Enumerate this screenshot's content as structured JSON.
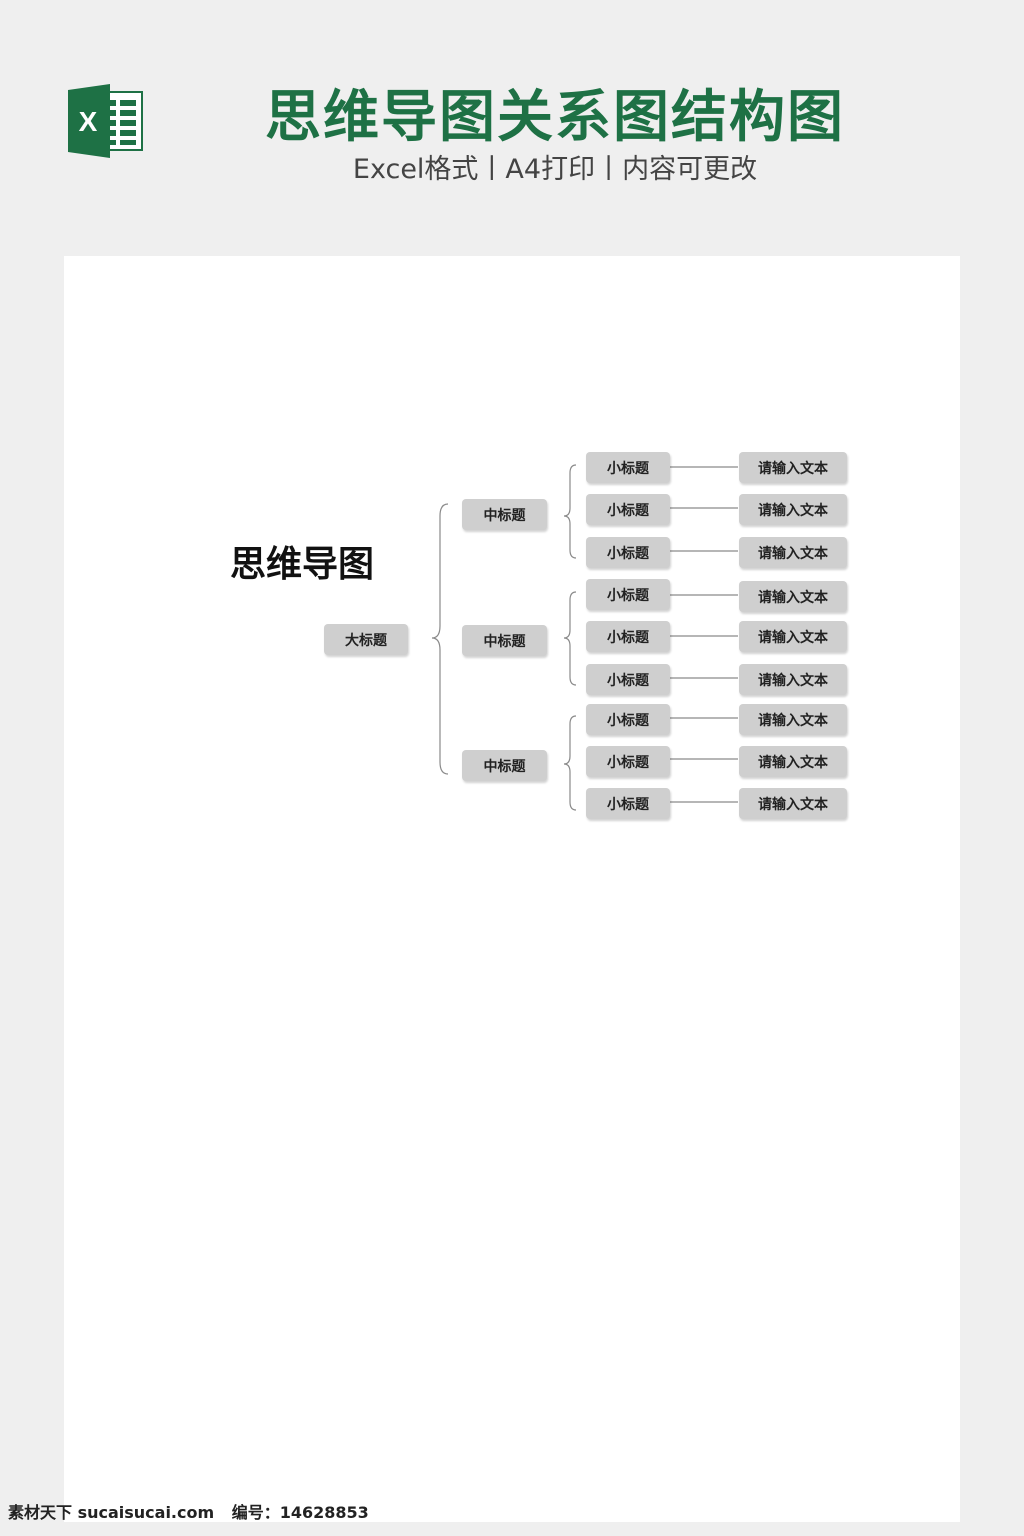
{
  "header": {
    "title": "思维导图关系图结构图",
    "subtitle": "Excel格式丨A4打印丨内容可更改",
    "logo_icon": "excel-icon",
    "logo_letter": "X",
    "accent_color": "#1e7145"
  },
  "mindmap": {
    "heading": "思维导图",
    "root": "大标题",
    "branches": [
      {
        "label": "中标题",
        "children": [
          {
            "label": "小标题",
            "text": "请输入文本"
          },
          {
            "label": "小标题",
            "text": "请输入文本"
          },
          {
            "label": "小标题",
            "text": "请输入文本"
          }
        ]
      },
      {
        "label": "中标题",
        "children": [
          {
            "label": "小标题",
            "text": "请输入文本"
          },
          {
            "label": "小标题",
            "text": "请输入文本"
          },
          {
            "label": "小标题",
            "text": "请输入文本"
          }
        ]
      },
      {
        "label": "中标题",
        "children": [
          {
            "label": "小标题",
            "text": "请输入文本"
          },
          {
            "label": "小标题",
            "text": "请输入文本"
          },
          {
            "label": "小标题",
            "text": "请输入文本"
          }
        ]
      }
    ]
  },
  "footer": {
    "site": "素材天下 sucaisucai.com",
    "id_text": "编号：14628853"
  }
}
